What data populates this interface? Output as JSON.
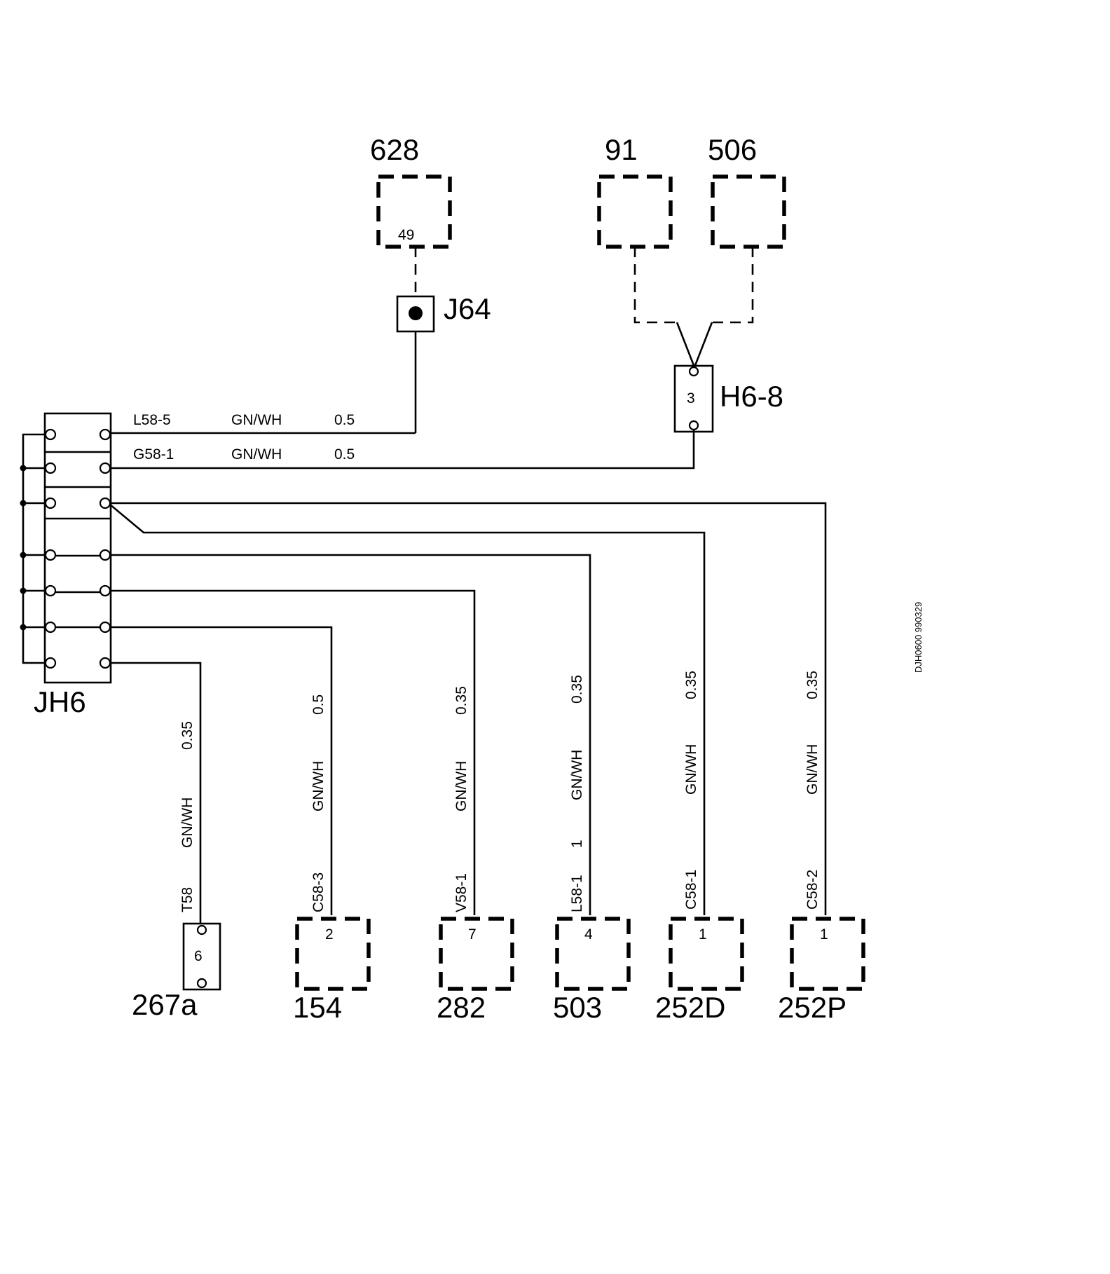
{
  "modules": {
    "m628": {
      "label": "628",
      "pin": "49"
    },
    "m91": {
      "label": "91"
    },
    "m506": {
      "label": "506"
    },
    "m154": {
      "label": "154",
      "pin": "2"
    },
    "m282": {
      "label": "282",
      "pin": "7"
    },
    "m503": {
      "label": "503",
      "pin": "4"
    },
    "m252d": {
      "label": "252D",
      "pin": "1"
    },
    "m252p": {
      "label": "252P",
      "pin": "1"
    },
    "m267a": {
      "label": "267a",
      "pin": "6"
    }
  },
  "connectors": {
    "j64": {
      "label": "J64"
    },
    "h68": {
      "label": "H6-8",
      "pin": "3"
    },
    "jh6": {
      "label": "JH6"
    }
  },
  "wires": {
    "w1": {
      "id": "L58-5",
      "color": "GN/WH",
      "size": "0.5"
    },
    "w2": {
      "id": "G58-1",
      "color": "GN/WH",
      "size": "0.5"
    },
    "w267": {
      "id": "T58",
      "color": "GN/WH",
      "size": "0.35"
    },
    "w154": {
      "id": "C58-3",
      "color": "GN/WH",
      "size": "0.5"
    },
    "w282": {
      "id": "V58-1",
      "color": "GN/WH",
      "size": "0.35"
    },
    "w503": {
      "id": "L58-1",
      "color": "GN/WH",
      "size": "0.35",
      "extra": "1"
    },
    "w252d": {
      "id": "C58-1",
      "color": "GN/WH",
      "size": "0.35"
    },
    "w252p": {
      "id": "C58-2",
      "color": "GN/WH",
      "size": "0.35"
    }
  },
  "doc_ref": "DJH0600 990329"
}
